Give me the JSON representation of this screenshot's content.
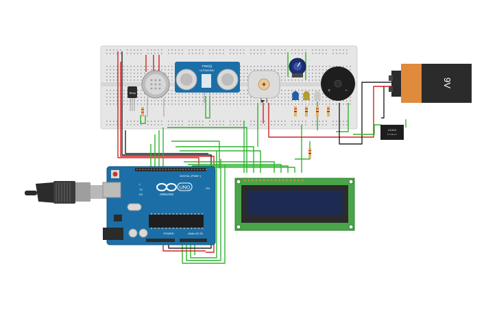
{
  "canvas": {
    "background": "#ffffff"
  },
  "colors": {
    "breadboard": "#e6e6e6",
    "breadboard_hole": "#9a9a9a",
    "wire_green": "#2db32d",
    "wire_red": "#d42020",
    "wire_black": "#222222",
    "arduino_board": "#1c6fa6",
    "lcd_pcb": "#4aa54a",
    "lcd_screen": "#1d2a52",
    "battery_body": "#e08a3c",
    "battery_top": "#2b2b2b",
    "buzzer": "#1e1e1e",
    "sensor_blue": "#1b6fa8"
  },
  "components": {
    "temp_sensor": {
      "label": "Temp"
    },
    "ultrasonic_sensor": {
      "label": "PING))) ",
      "sub_label": "ULTRASONIC",
      "icon": "ultrasonic-sensor-icon"
    },
    "gas_sensor": {
      "icon": "gas-sensor-icon"
    },
    "dc_motor": {
      "icon": "dc-motor-icon"
    },
    "potentiometer": {
      "icon": "potentiometer-icon"
    },
    "buzzer": {
      "plus": "+",
      "minus": "−",
      "icon": "piezo-buzzer-icon"
    },
    "battery": {
      "label": "9V",
      "icon": "battery-9v-icon"
    },
    "relay": {
      "label": "LS-5-S",
      "sub_label": "5V RELAY",
      "icon": "relay-icon"
    },
    "arduino": {
      "brand": "ARDUINO",
      "model": "UNO",
      "digital_label": "DIGITAL (PWM~)",
      "power_label": "POWER",
      "analog_label": "ANALOG IN",
      "on_label": "ON",
      "tx_label": "TX",
      "rx_label": "RX",
      "l_label": "L",
      "logo_icon": "arduino-infinity-logo-icon",
      "usb_icon": "usb-cable-icon"
    },
    "lcd": {
      "icon": "lcd-16x2-icon"
    }
  }
}
